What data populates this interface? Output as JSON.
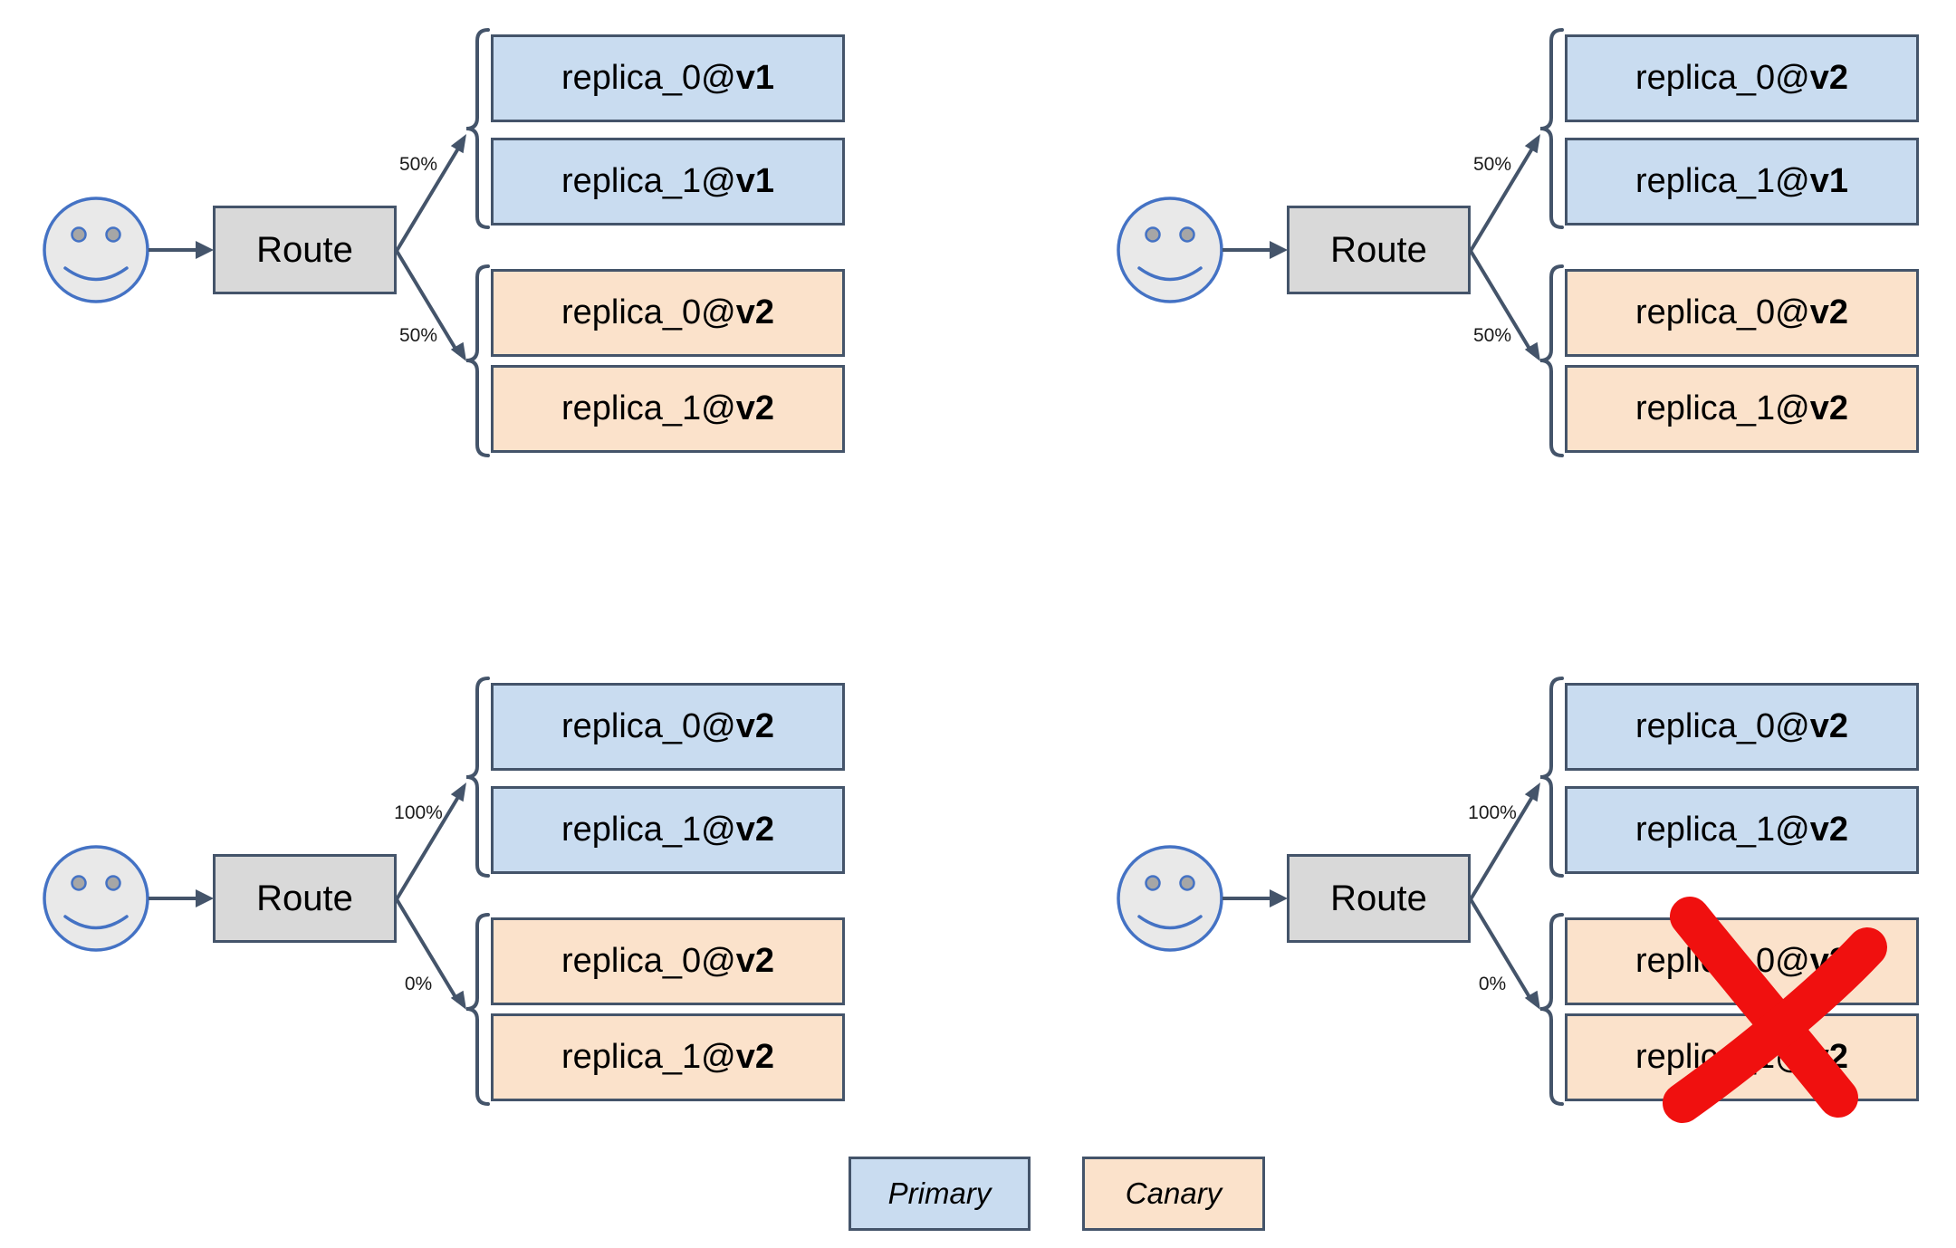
{
  "colors": {
    "primary_fill": "#c9dcf0",
    "canary_fill": "#fbe2cb",
    "box_border": "#44546a",
    "route_fill": "#d9d9d9",
    "connector": "#44546a",
    "face_stroke": "#4472c4",
    "face_fill": "#e9e9e9",
    "eye_fill": "#a6a6a6",
    "cross_red": "#f0100f",
    "text": "#000000"
  },
  "icons": {
    "user": "smiley-face-icon",
    "terminated_group": "red-cross-icon",
    "group_marker": "curly-brace"
  },
  "panels": [
    {
      "name": "top-left",
      "route_label": "Route",
      "top_route_percent": "50%",
      "bottom_route_percent": "50%",
      "primary_replicas": [
        {
          "name": "replica_0@",
          "version": "v1"
        },
        {
          "name": "replica_1@",
          "version": "v1"
        }
      ],
      "canary_replicas": [
        {
          "name": "replica_0@",
          "version": "v2"
        },
        {
          "name": "replica_1@",
          "version": "v2"
        }
      ],
      "crossed_out": false
    },
    {
      "name": "top-right",
      "route_label": "Route",
      "top_route_percent": "50%",
      "bottom_route_percent": "50%",
      "primary_replicas": [
        {
          "name": "replica_0@",
          "version": "v2"
        },
        {
          "name": "replica_1@",
          "version": "v1"
        }
      ],
      "canary_replicas": [
        {
          "name": "replica_0@",
          "version": "v2"
        },
        {
          "name": "replica_1@",
          "version": "v2"
        }
      ],
      "crossed_out": false
    },
    {
      "name": "bottom-left",
      "route_label": "Route",
      "top_route_percent": "100%",
      "bottom_route_percent": "0%",
      "primary_replicas": [
        {
          "name": "replica_0@",
          "version": "v2"
        },
        {
          "name": "replica_1@",
          "version": "v2"
        }
      ],
      "canary_replicas": [
        {
          "name": "replica_0@",
          "version": "v2"
        },
        {
          "name": "replica_1@",
          "version": "v2"
        }
      ],
      "crossed_out": false
    },
    {
      "name": "bottom-right",
      "route_label": "Route",
      "top_route_percent": "100%",
      "bottom_route_percent": "0%",
      "primary_replicas": [
        {
          "name": "replica_0@",
          "version": "v2"
        },
        {
          "name": "replica_1@",
          "version": "v2"
        }
      ],
      "canary_replicas": [
        {
          "name": "replica_0@",
          "version": "v2"
        },
        {
          "name": "replica_1@",
          "version": "v2"
        }
      ],
      "crossed_out": true
    }
  ],
  "legend": {
    "primary_label": "Primary",
    "canary_label": "Canary"
  }
}
